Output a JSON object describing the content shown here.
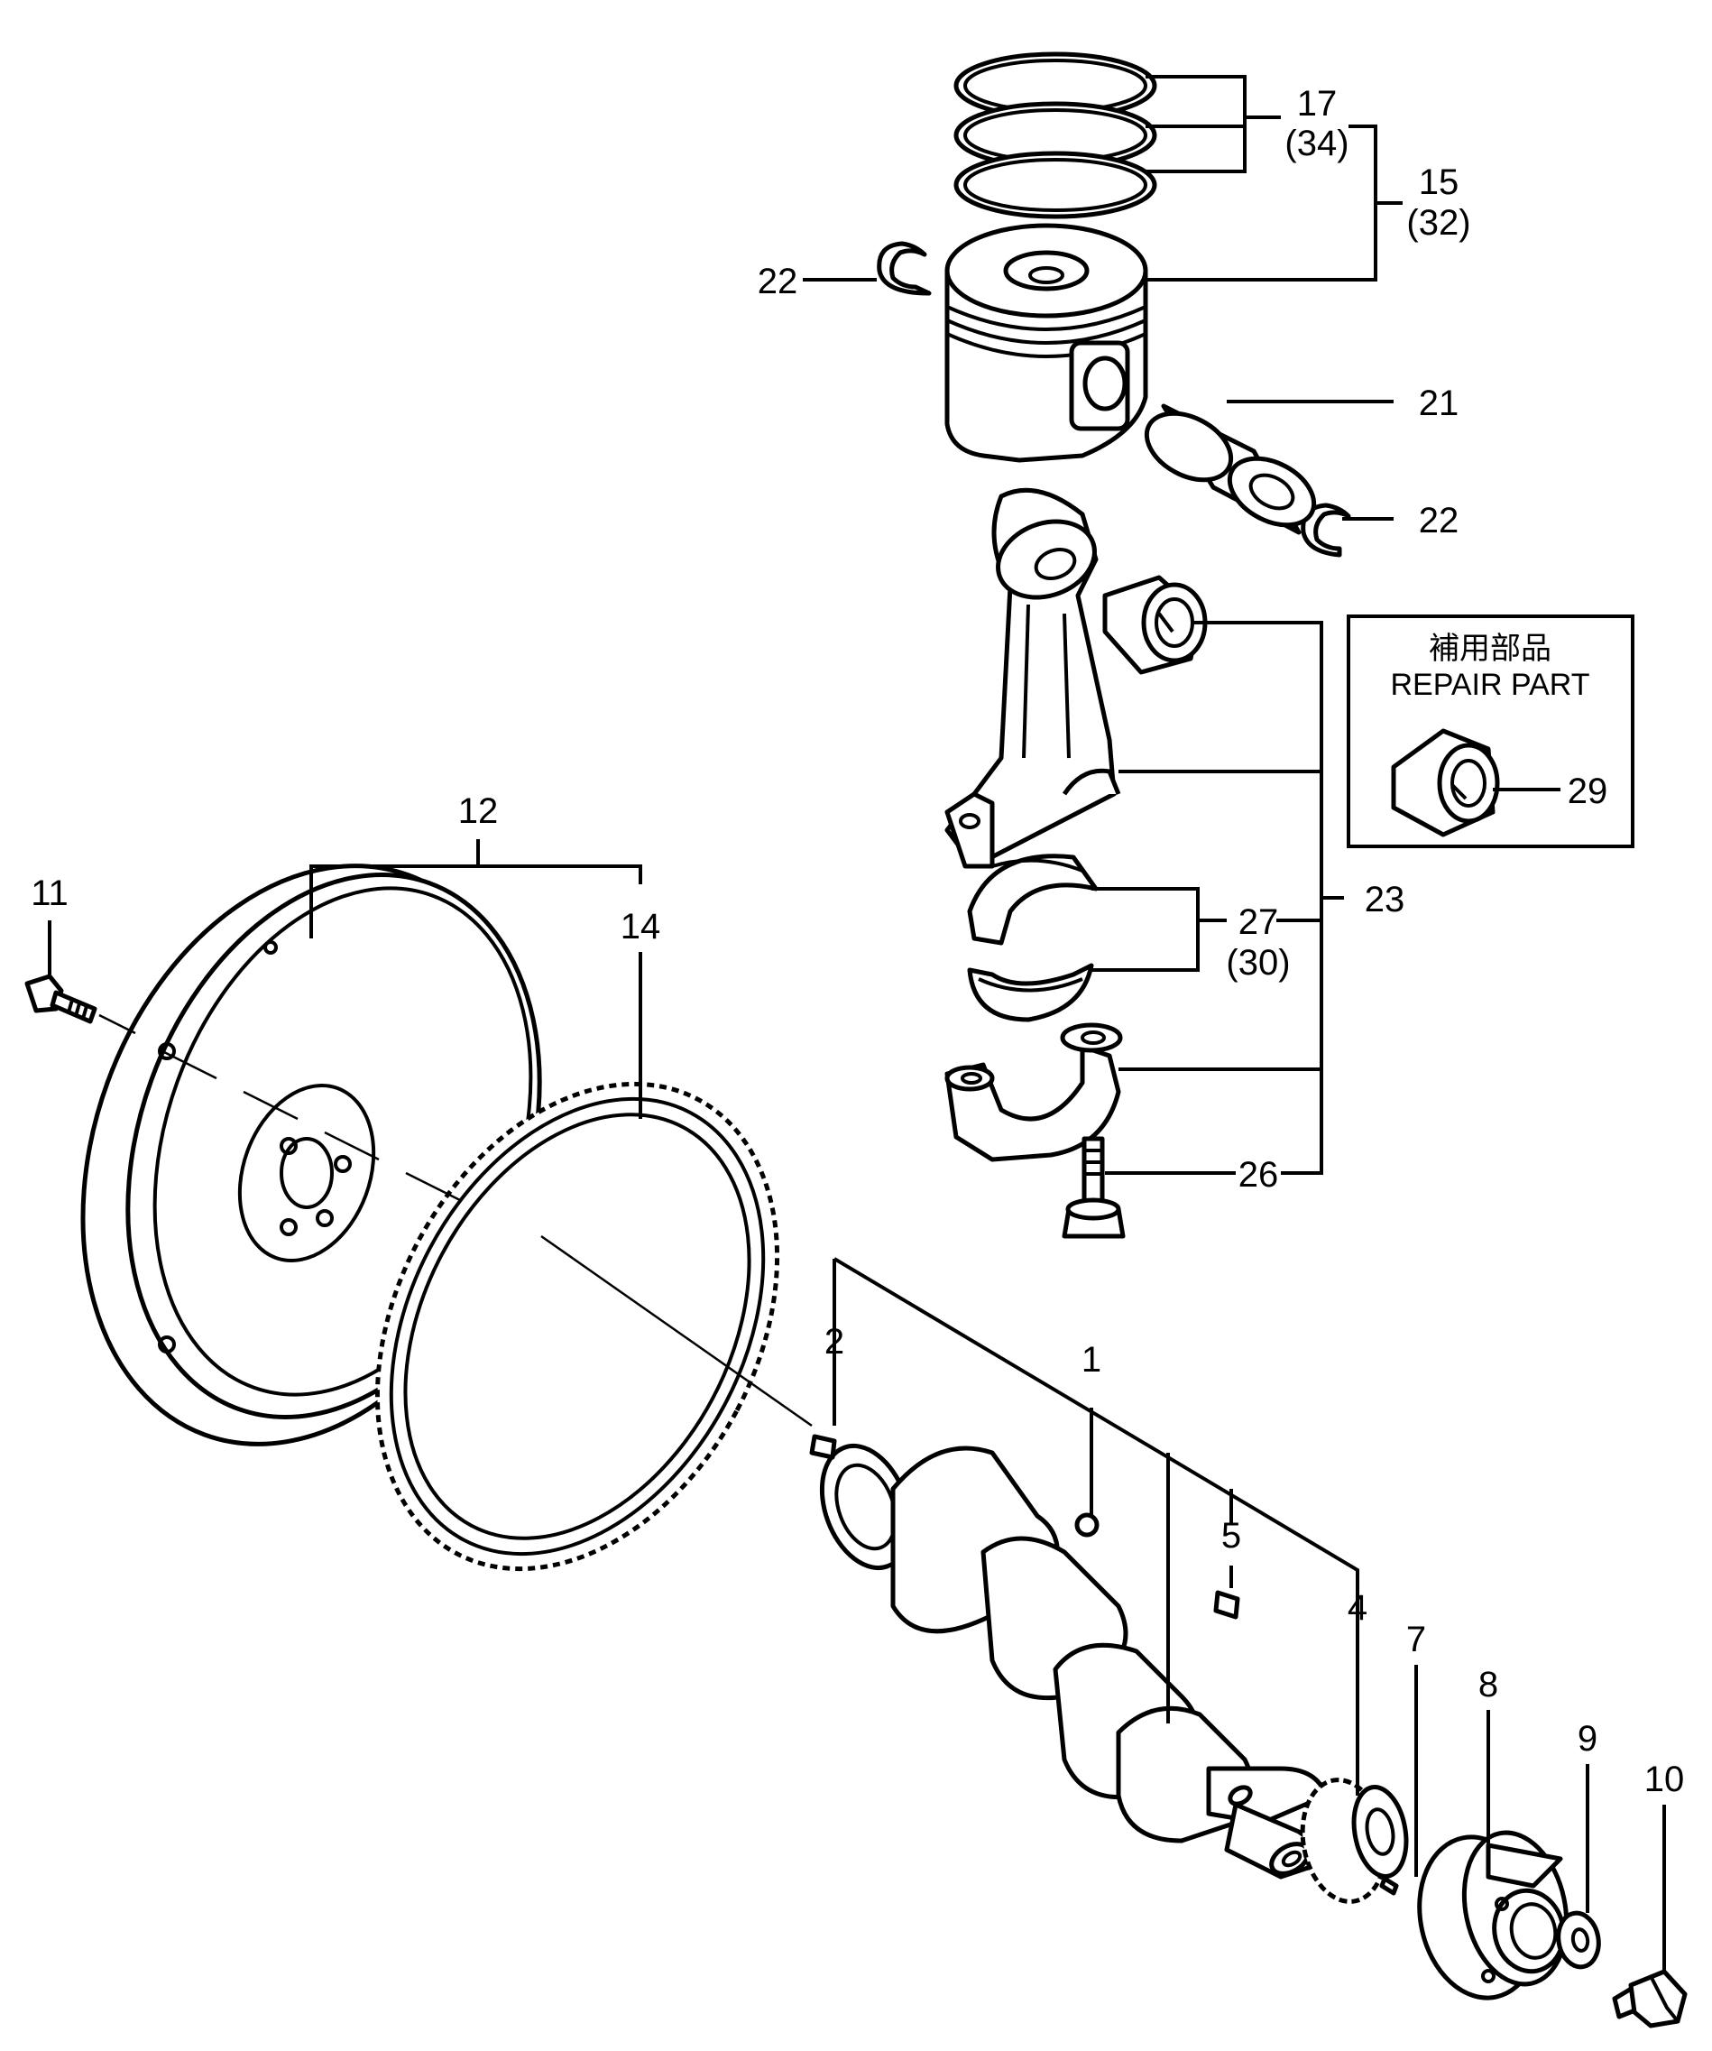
{
  "callouts": {
    "p1": "1",
    "p2": "2",
    "p4": "4",
    "p5": "5",
    "p7": "7",
    "p8": "8",
    "p9": "9",
    "p10": "10",
    "p11": "11",
    "p12": "12",
    "p14": "14",
    "p15": "15",
    "p15_alt": "(32)",
    "p17": "17",
    "p17_alt": "(34)",
    "p21": "21",
    "p22_left": "22",
    "p22_right": "22",
    "p23": "23",
    "p26": "26",
    "p27": "27",
    "p27_alt": "(30)",
    "p29": "29"
  },
  "repair_box": {
    "title_jp": "補用部品",
    "title_en": "REPAIR PART"
  },
  "parts": {
    "piston_rings": "piston-rings",
    "piston": "piston",
    "piston_pin": "piston-pin",
    "snap_ring": "snap-ring",
    "connecting_rod": "connecting-rod",
    "small_end_bushing": "small-end-bushing",
    "rod_bearing": "rod-bearing",
    "rod_cap": "rod-cap",
    "rod_bolt": "rod-bolt",
    "flywheel": "flywheel",
    "ring_gear": "ring-gear",
    "crankshaft": "crankshaft",
    "crank_gear": "crank-gear",
    "pulley": "pulley",
    "washer": "washer",
    "bolt": "bolt"
  }
}
